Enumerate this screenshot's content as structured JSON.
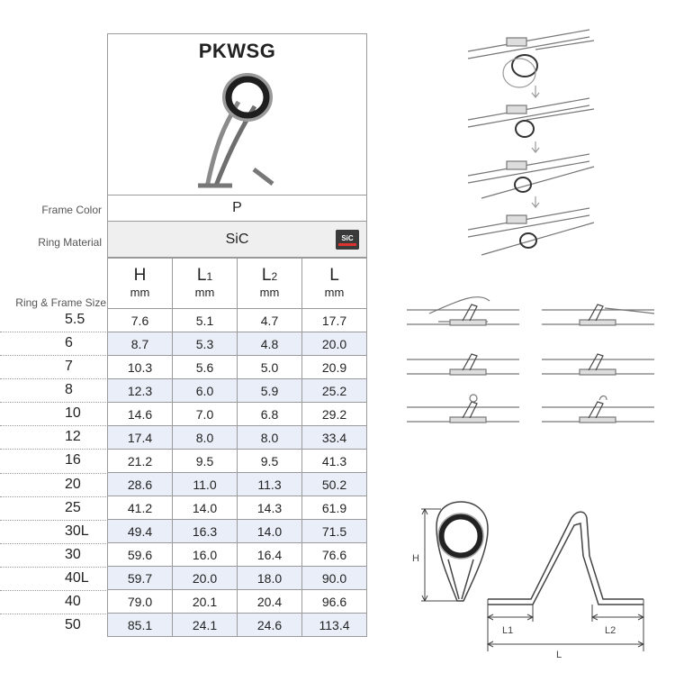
{
  "product": {
    "model": "PKWSG"
  },
  "labels": {
    "frame_color": "Frame Color",
    "ring_material": "Ring Material",
    "ring_frame_size": "Ring & Frame Size"
  },
  "frame_color_value": "P",
  "ring_material_value": "SiC",
  "ring_material_badge": "SiC",
  "columns": [
    {
      "symbol": "H",
      "sub": "",
      "unit": "mm"
    },
    {
      "symbol": "L",
      "sub": "1",
      "unit": "mm"
    },
    {
      "symbol": "L",
      "sub": "2",
      "unit": "mm"
    },
    {
      "symbol": "L",
      "sub": "",
      "unit": "mm"
    }
  ],
  "rows": [
    {
      "size": "5.5",
      "H": "7.6",
      "L1": "5.1",
      "L2": "4.7",
      "L": "17.7"
    },
    {
      "size": "6",
      "H": "8.7",
      "L1": "5.3",
      "L2": "4.8",
      "L": "20.0"
    },
    {
      "size": "7",
      "H": "10.3",
      "L1": "5.6",
      "L2": "5.0",
      "L": "20.9"
    },
    {
      "size": "8",
      "H": "12.3",
      "L1": "6.0",
      "L2": "5.9",
      "L": "25.2"
    },
    {
      "size": "10",
      "H": "14.6",
      "L1": "7.0",
      "L2": "6.8",
      "L": "29.2"
    },
    {
      "size": "12",
      "H": "17.4",
      "L1": "8.0",
      "L2": "8.0",
      "L": "33.4"
    },
    {
      "size": "16",
      "H": "21.2",
      "L1": "9.5",
      "L2": "9.5",
      "L": "41.3"
    },
    {
      "size": "20",
      "H": "28.6",
      "L1": "11.0",
      "L2": "11.3",
      "L": "50.2"
    },
    {
      "size": "25",
      "H": "41.2",
      "L1": "14.0",
      "L2": "14.3",
      "L": "61.9"
    },
    {
      "size": "30L",
      "H": "49.4",
      "L1": "16.3",
      "L2": "14.0",
      "L": "71.5"
    },
    {
      "size": "30",
      "H": "59.6",
      "L1": "16.0",
      "L2": "16.4",
      "L": "76.6"
    },
    {
      "size": "40L",
      "H": "59.7",
      "L1": "20.0",
      "L2": "18.0",
      "L": "90.0"
    },
    {
      "size": "40",
      "H": "79.0",
      "L1": "20.1",
      "L2": "20.4",
      "L": "96.6"
    },
    {
      "size": "50",
      "H": "85.1",
      "L1": "24.1",
      "L2": "24.6",
      "L": "113.4"
    }
  ],
  "dimension_labels": {
    "h": "H",
    "l1": "L1",
    "l2": "L2",
    "l": "L"
  },
  "colors": {
    "row_alt": "#e9eef8",
    "border": "#9a9a9a",
    "ring": "#2b2b2b"
  }
}
